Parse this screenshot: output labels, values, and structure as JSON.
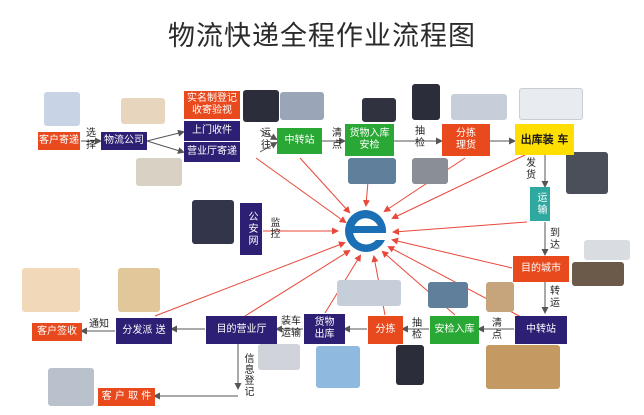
{
  "title": "物流快递全程作业流程图",
  "center_icon": "e-logo-icon",
  "nodes": {
    "customer_send": "客户寄递",
    "logistics_company": "物流公司",
    "real_name": "实名制登记\n收寄验视",
    "door_pickup": "上门收件",
    "branch_send": "营业厅寄递",
    "transfer_station_1": "中转站",
    "goods_in_security": "货物入库\n安检",
    "sorting_1": "分拣\n理货",
    "outbound_loading": "出库装 车",
    "transport": "运输",
    "destination_city": "目的城市",
    "transfer_station_2": "中转站",
    "security_in": "安检入库",
    "sorting_2": "分拣",
    "goods_out": "货物\n出库",
    "dest_branch": "目的营业厅",
    "dispatch": "分发派 送",
    "customer_sign": "客户签收",
    "customer_pickup": "客 户 取 件",
    "police_network": "公安网"
  },
  "labels": {
    "select": "选\n择",
    "transport_to": "运\n往",
    "checkpoint": "清\n点",
    "sample_check": "抽\n检",
    "ship": "发\n货",
    "arrive": "到\n达",
    "transship": "转\n运",
    "checkpoint_2": "清\n点",
    "sample_check_2": "抽\n检",
    "load_transport": "装车\n运输",
    "notify": "通知",
    "info_register": "信息登记",
    "monitor": "监控"
  }
}
